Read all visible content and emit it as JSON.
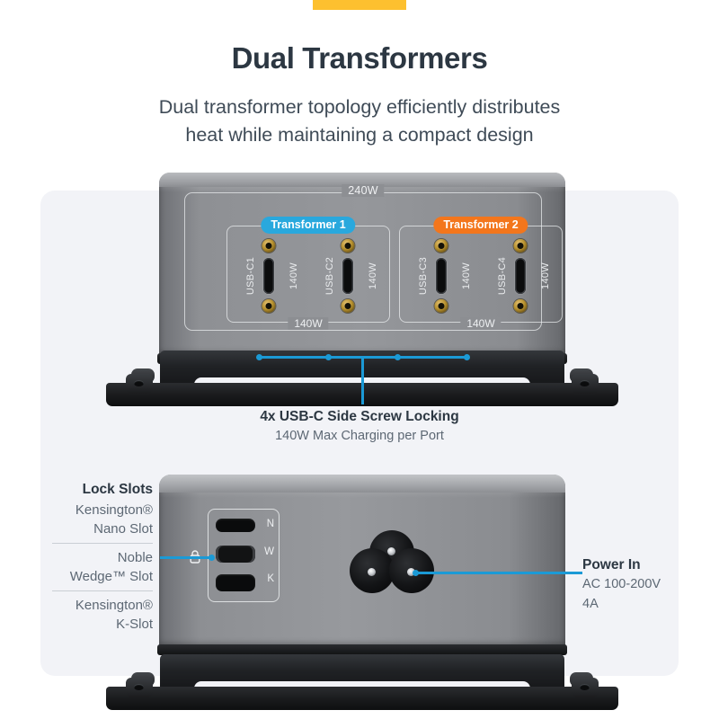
{
  "accent": {
    "color": "#fdc02f"
  },
  "header": {
    "title": "Dual Transformers",
    "subtitle_line1": "Dual transformer topology efficiently distributes",
    "subtitle_line2": "heat while maintaining a compact design"
  },
  "device_front": {
    "total_power_label": "240W",
    "transformers": [
      {
        "badge": "Transformer 1",
        "badge_color": "#29a8dd",
        "group_power_label": "140W",
        "ports": [
          {
            "name": "USB-C1",
            "power": "140W"
          },
          {
            "name": "USB-C2",
            "power": "140W"
          }
        ]
      },
      {
        "badge": "Transformer 2",
        "badge_color": "#f3761c",
        "group_power_label": "140W",
        "ports": [
          {
            "name": "USB-C3",
            "power": "140W"
          },
          {
            "name": "USB-C4",
            "power": "140W"
          }
        ]
      }
    ]
  },
  "callout_screw_locking": {
    "title": "4x USB-C Side Screw Locking",
    "subtitle": "140W Max Charging per Port",
    "line_color": "#1b9ad6"
  },
  "lock_slots": {
    "title": "Lock Slots",
    "groups": [
      {
        "line1": "Kensington®",
        "line2": "Nano Slot"
      },
      {
        "line1": "Noble",
        "line2": "Wedge™ Slot"
      },
      {
        "line1": "Kensington®",
        "line2": "K-Slot"
      }
    ],
    "slot_letters": {
      "nano": "N",
      "wedge": "W",
      "kslot": "K"
    }
  },
  "power_in": {
    "title": "Power In",
    "voltage": "AC 100-200V",
    "current": "4A"
  }
}
